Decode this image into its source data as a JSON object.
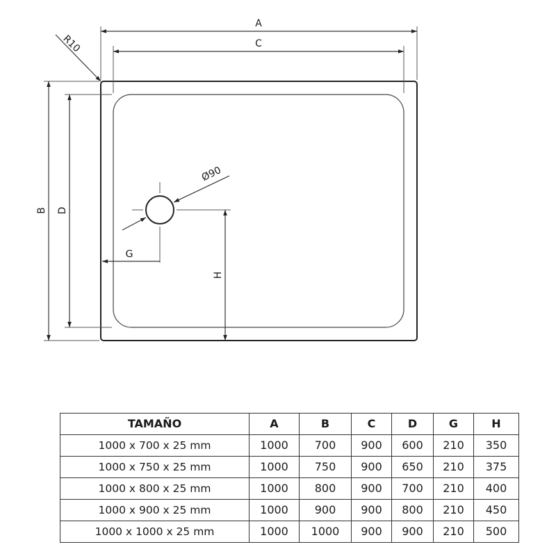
{
  "drawing": {
    "labels": {
      "a": "A",
      "b": "B",
      "c": "C",
      "d": "D",
      "g": "G",
      "h": "H",
      "radius": "R10",
      "diameter": "Ø90"
    }
  },
  "table": {
    "headers": [
      "TAMAÑO",
      "A",
      "B",
      "C",
      "D",
      "G",
      "H"
    ],
    "rows": [
      [
        "1000 x 700 x 25 mm",
        "1000",
        "700",
        "900",
        "600",
        "210",
        "350"
      ],
      [
        "1000 x 750 x 25 mm",
        "1000",
        "750",
        "900",
        "650",
        "210",
        "375"
      ],
      [
        "1000 x 800 x 25 mm",
        "1000",
        "800",
        "900",
        "700",
        "210",
        "400"
      ],
      [
        "1000 x 900 x 25 mm",
        "1000",
        "900",
        "900",
        "800",
        "210",
        "450"
      ],
      [
        "1000 x 1000 x 25 mm",
        "1000",
        "1000",
        "900",
        "900",
        "210",
        "500"
      ]
    ]
  }
}
